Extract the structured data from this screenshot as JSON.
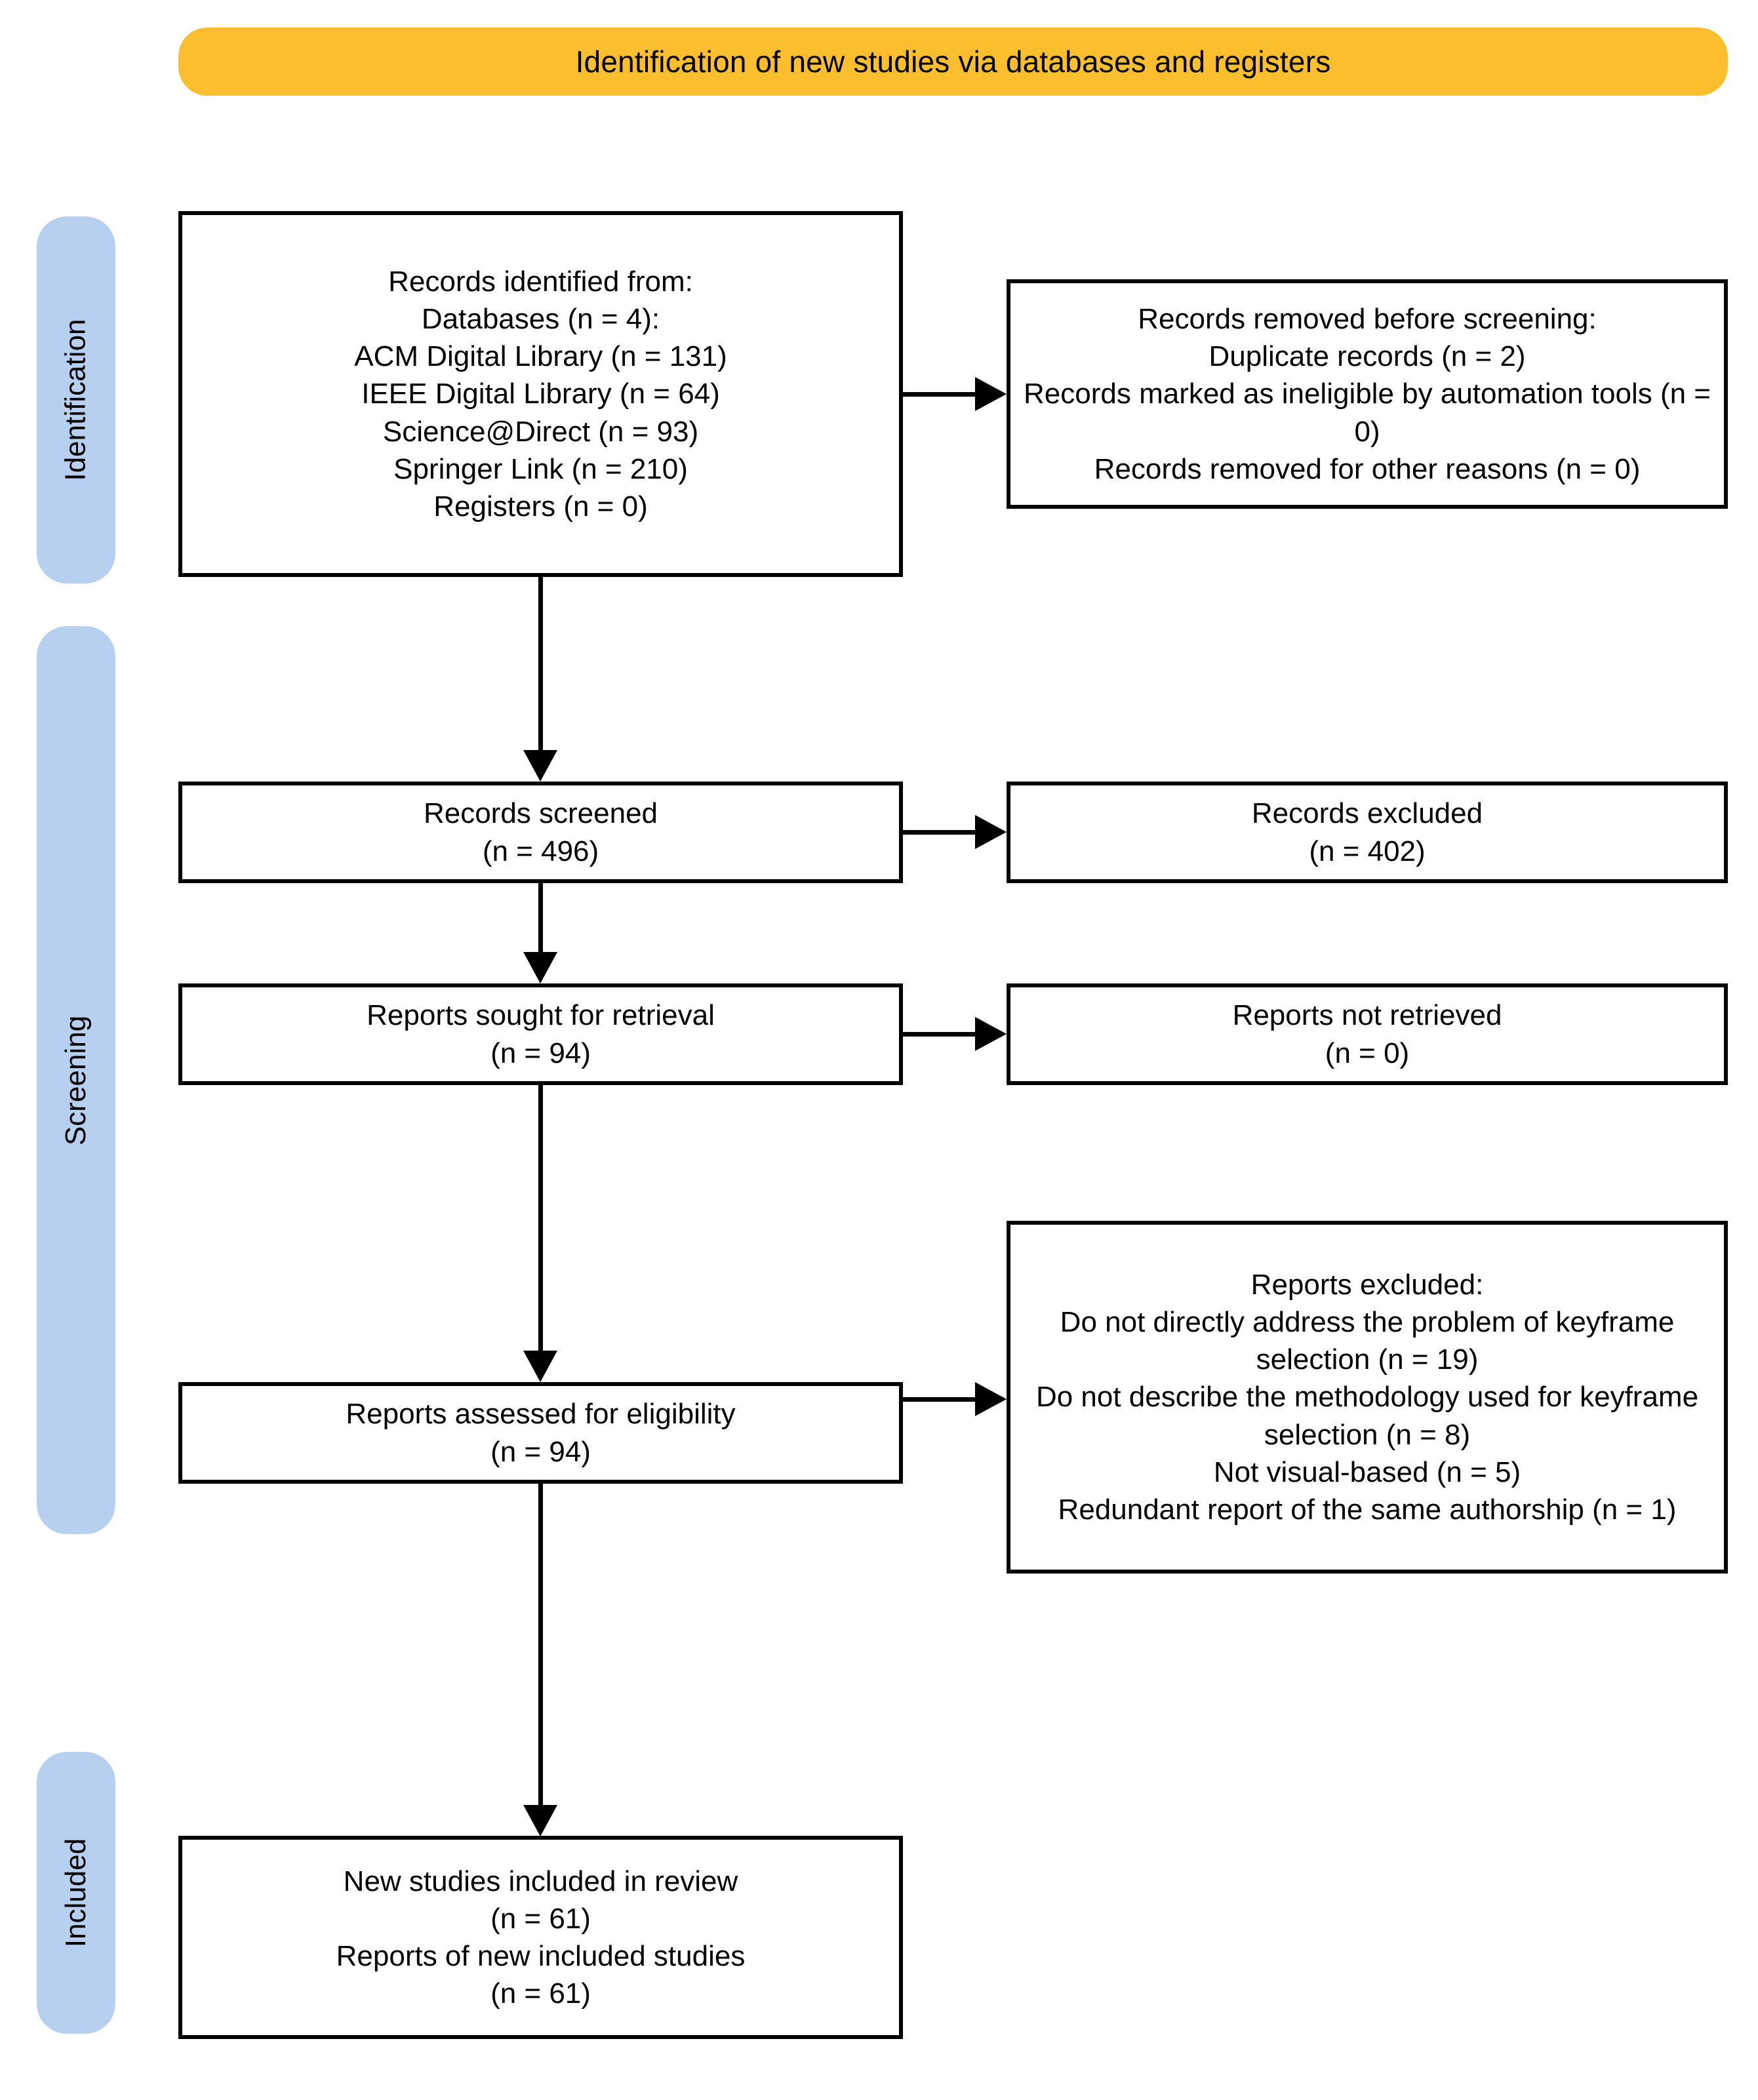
{
  "banner": {
    "title": "Identification of new studies via databases and registers",
    "color": "#FBBE2E"
  },
  "stages": [
    {
      "label": "Identification",
      "color": "#B8D0EF"
    },
    {
      "label": "Screening",
      "color": "#B8D0EF"
    },
    {
      "label": "Included",
      "color": "#B8D0EF"
    }
  ],
  "boxes": {
    "records_identified": {
      "name": "Records identified from",
      "lines": [
        "Records identified from:",
        "Databases (n = 4):",
        "ACM Digital Library (n = 131)",
        "IEEE Digital Library (n = 64)",
        "Science@Direct (n = 93)",
        "Springer Link (n = 210)",
        "Registers (n = 0)"
      ]
    },
    "records_removed": {
      "name": "Records removed before screening",
      "lines": [
        "Records removed before screening:",
        "Duplicate records (n = 2)",
        "Records marked as ineligible by automation tools (n = 0)",
        "Records removed for other reasons (n = 0)"
      ]
    },
    "records_screened": {
      "name": "Records screened",
      "lines": [
        "Records screened",
        "(n = 496)"
      ]
    },
    "records_excluded": {
      "name": "Records excluded",
      "lines": [
        "Records excluded",
        "(n = 402)"
      ]
    },
    "reports_sought": {
      "name": "Reports sought for retrieval",
      "lines": [
        "Reports sought for retrieval",
        "(n = 94)"
      ]
    },
    "reports_not_retrieved": {
      "name": "Reports not retrieved",
      "lines": [
        "Reports not retrieved",
        "(n = 0)"
      ]
    },
    "reports_assessed": {
      "name": "Reports assessed for eligibility",
      "lines": [
        "Reports assessed for eligibility",
        "(n = 94)"
      ]
    },
    "reports_excluded": {
      "name": "Reports excluded",
      "lines": [
        "Reports excluded:",
        "Do not directly address the problem of keyframe selection (n = 19)",
        "Do not describe the methodology used for keyframe selection (n = 8)",
        "Not visual-based (n = 5)",
        "Redundant report of the same authorship (n = 1)"
      ]
    },
    "new_studies_included": {
      "name": "New studies included in review",
      "lines": [
        "New studies included in review",
        "(n = 61)",
        "Reports of new included studies",
        "(n = 61)"
      ]
    }
  },
  "chart_data": {
    "type": "diagram",
    "title": "Identification of new studies via databases and registers",
    "nodes": [
      {
        "id": "records_identified",
        "stage": "Identification",
        "column": "left",
        "counts": {
          "databases": 4,
          "acm_digital_library": 131,
          "ieee_digital_library": 64,
          "science_direct": 93,
          "springer_link": 210,
          "registers": 0
        }
      },
      {
        "id": "records_removed",
        "stage": "Identification",
        "column": "right",
        "counts": {
          "duplicate_records": 2,
          "ineligible_by_automation_tools": 0,
          "removed_other_reasons": 0
        }
      },
      {
        "id": "records_screened",
        "stage": "Screening",
        "column": "left",
        "counts": {
          "n": 496
        }
      },
      {
        "id": "records_excluded",
        "stage": "Screening",
        "column": "right",
        "counts": {
          "n": 402
        }
      },
      {
        "id": "reports_sought",
        "stage": "Screening",
        "column": "left",
        "counts": {
          "n": 94
        }
      },
      {
        "id": "reports_not_retrieved",
        "stage": "Screening",
        "column": "right",
        "counts": {
          "n": 0
        }
      },
      {
        "id": "reports_assessed",
        "stage": "Screening",
        "column": "left",
        "counts": {
          "n": 94
        }
      },
      {
        "id": "reports_excluded",
        "stage": "Screening",
        "column": "right",
        "counts": {
          "not_directly_address_problem": 19,
          "not_describe_methodology": 8,
          "not_visual_based": 5,
          "redundant_report": 1
        }
      },
      {
        "id": "new_studies_included",
        "stage": "Included",
        "column": "left",
        "counts": {
          "new_studies": 61,
          "reports_of_new_included_studies": 61
        }
      }
    ],
    "edges": [
      {
        "from": "records_identified",
        "to": "records_removed",
        "direction": "right"
      },
      {
        "from": "records_identified",
        "to": "records_screened",
        "direction": "down"
      },
      {
        "from": "records_screened",
        "to": "records_excluded",
        "direction": "right"
      },
      {
        "from": "records_screened",
        "to": "reports_sought",
        "direction": "down"
      },
      {
        "from": "reports_sought",
        "to": "reports_not_retrieved",
        "direction": "right"
      },
      {
        "from": "reports_sought",
        "to": "reports_assessed",
        "direction": "down"
      },
      {
        "from": "reports_assessed",
        "to": "reports_excluded",
        "direction": "right"
      },
      {
        "from": "reports_assessed",
        "to": "new_studies_included",
        "direction": "down"
      }
    ]
  }
}
